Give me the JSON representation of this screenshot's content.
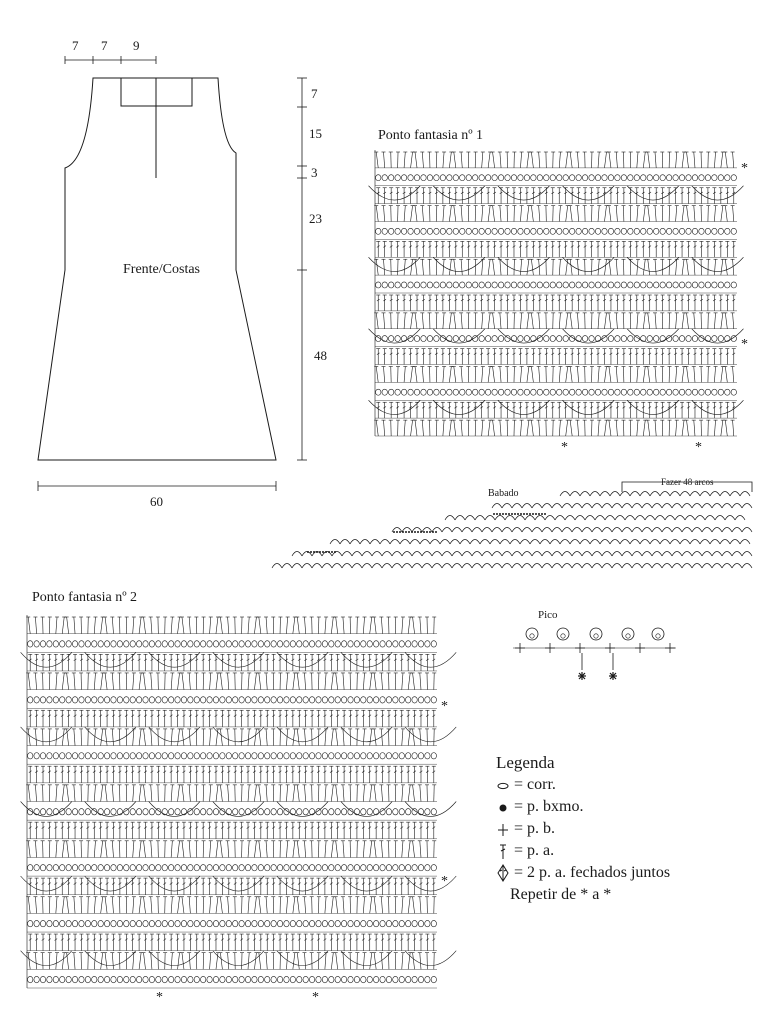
{
  "schematic": {
    "top_widths": [
      "7",
      "7",
      "9"
    ],
    "heights": [
      "7",
      "15",
      "3",
      "23",
      "48"
    ],
    "bottom_width": "60",
    "piece_label": "Frente/Costas"
  },
  "pattern1": {
    "title": "Ponto fantasia nº 1",
    "repeat_mark": "*"
  },
  "pattern2": {
    "title": "Ponto fantasia nº 2",
    "repeat_mark": "*"
  },
  "ruffle": {
    "title": "Babado",
    "note": "Fazer 48 arcos"
  },
  "pico": {
    "title": "Pico"
  },
  "legend": {
    "title": "Legenda",
    "items": [
      {
        "icon": "chain-stitch-icon",
        "text": "= corr."
      },
      {
        "icon": "slip-stitch-icon",
        "text": "= p. bxmo."
      },
      {
        "icon": "single-crochet-icon",
        "text": "= p. b."
      },
      {
        "icon": "double-crochet-icon",
        "text": "= p. a."
      },
      {
        "icon": "dc2tog-icon",
        "text": "= 2 p. a. fechados juntos"
      }
    ],
    "repeat_note": "Repetir de * a *"
  },
  "colors": {
    "ink": "#1a1a1a",
    "background": "#ffffff"
  }
}
